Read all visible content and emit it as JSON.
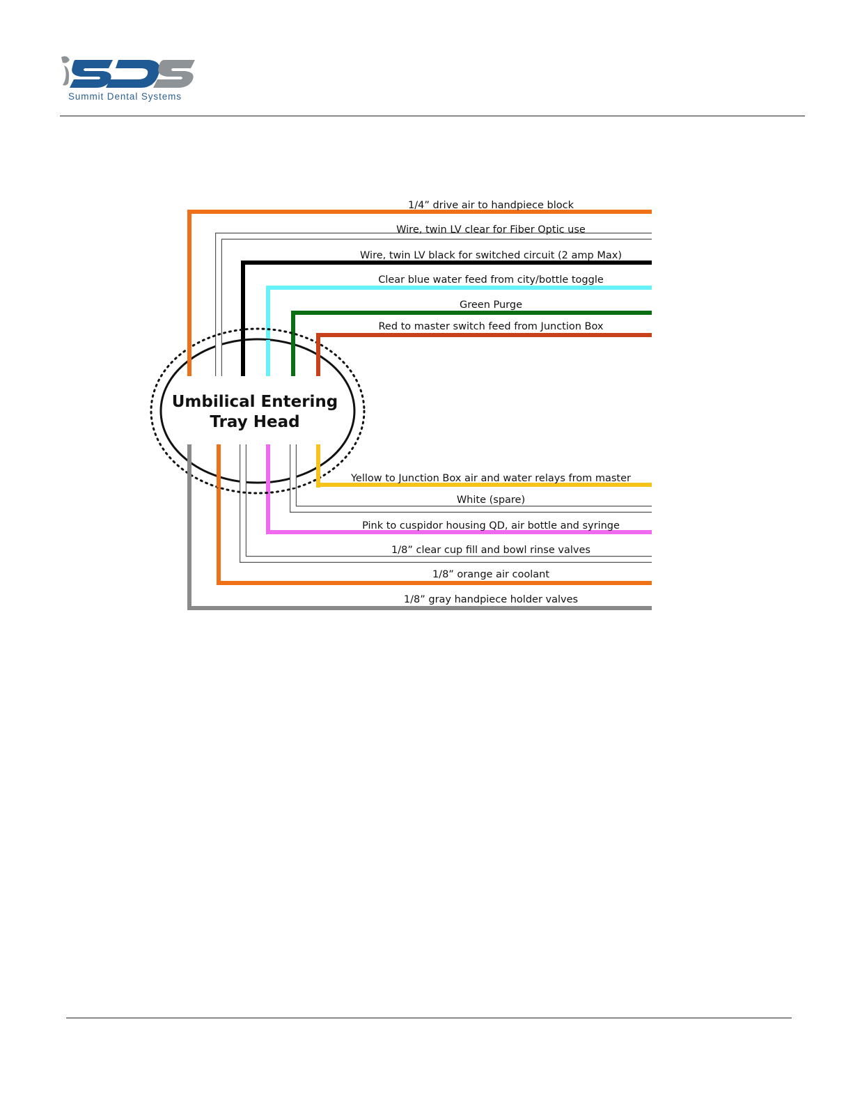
{
  "logo": {
    "mark": "SDS",
    "company": "Summit Dental Systems",
    "colors": {
      "blue": "#1f5a94",
      "gray": "#8e9398"
    }
  },
  "diagram": {
    "center_label": [
      "Umbilical Entering",
      "Tray Head"
    ],
    "lines": [
      {
        "label": "1/4” drive air to handpiece block",
        "color": "#f07018",
        "style": "solid"
      },
      {
        "label": "Wire, twin LV clear for Fiber Optic use",
        "color": "#555555",
        "style": "outline"
      },
      {
        "label": "Wire, twin LV black for switched circuit (2 amp Max)",
        "color": "#000000",
        "style": "solid"
      },
      {
        "label": "Clear blue water feed from city/bottle toggle",
        "color": "#66f2f8",
        "style": "solid"
      },
      {
        "label": "Green Purge",
        "color": "#0b6e12",
        "style": "solid"
      },
      {
        "label": "Red to master switch feed from Junction Box",
        "color": "#c8411b",
        "style": "solid"
      },
      {
        "label": "Yellow to Junction Box air and water relays from master",
        "color": "#f5c31c",
        "style": "solid"
      },
      {
        "label": "White (spare)",
        "color": "#555555",
        "style": "outline"
      },
      {
        "label": "Pink to cuspidor housing QD, air bottle and syringe",
        "color": "#f06af0",
        "style": "solid"
      },
      {
        "label": "1/8” clear cup fill and bowl rinse valves",
        "color": "#555555",
        "style": "outline"
      },
      {
        "label": "1/8” orange air coolant",
        "color": "#f07018",
        "style": "solid"
      },
      {
        "label": "1/8” gray handpiece holder valves",
        "color": "#8a8a8a",
        "style": "solid"
      }
    ]
  }
}
